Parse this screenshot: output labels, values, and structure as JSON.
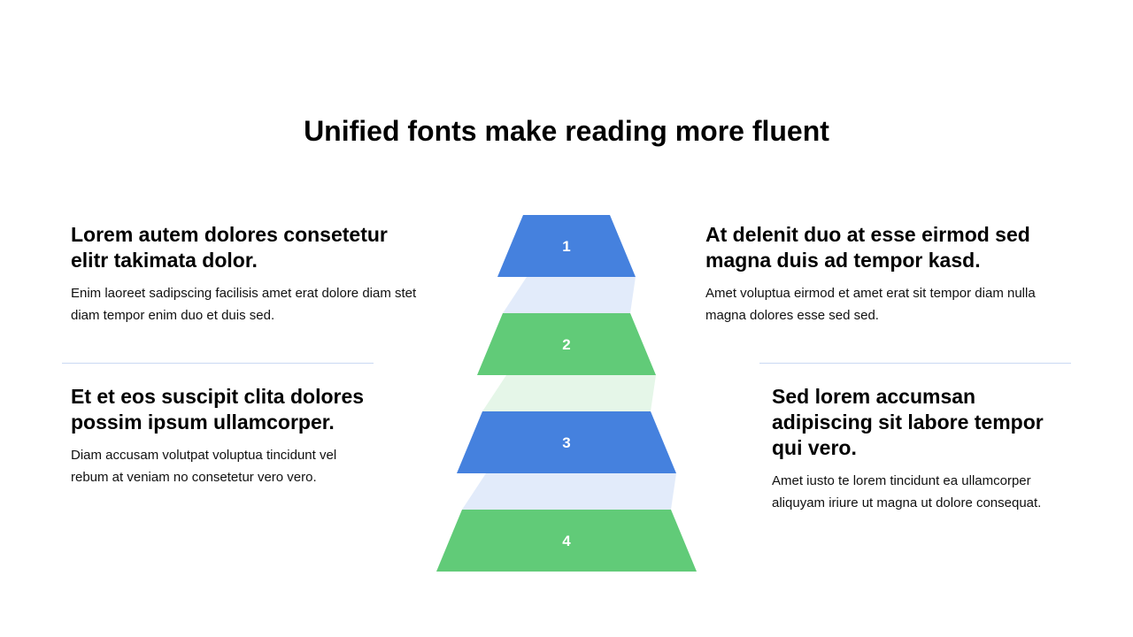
{
  "title": "Unified fonts make reading more fluent",
  "colors": {
    "blue": "#4581de",
    "green": "#61cb78",
    "blue_connector": "#e2ebfa",
    "green_connector": "#e5f6e8",
    "divider": "#c9d9f2",
    "tier_label": "#ffffff"
  },
  "pyramid": {
    "tiers": [
      {
        "label": "1",
        "color": "blue"
      },
      {
        "label": "2",
        "color": "green"
      },
      {
        "label": "3",
        "color": "blue"
      },
      {
        "label": "4",
        "color": "green"
      }
    ]
  },
  "blocks": [
    {
      "heading": "Lorem autem dolores consetetur elitr takimata dolor.",
      "body": "Enim laoreet sadipscing facilisis amet erat dolore diam stet diam tempor enim duo et duis sed."
    },
    {
      "heading": "At delenit duo at esse eirmod sed magna duis ad tempor kasd.",
      "body": "Amet voluptua eirmod et amet erat sit tempor diam nulla magna dolores esse sed sed."
    },
    {
      "heading": "Et et eos suscipit clita dolores possim ipsum ullamcorper.",
      "body": "Diam accusam volutpat voluptua tincidunt vel rebum at veniam no consetetur vero vero."
    },
    {
      "heading": "Sed lorem accumsan adipiscing sit labore tempor qui vero.",
      "body": "Amet iusto te lorem tincidunt ea ullamcorper aliquyam iriure ut magna ut dolore consequat."
    }
  ]
}
